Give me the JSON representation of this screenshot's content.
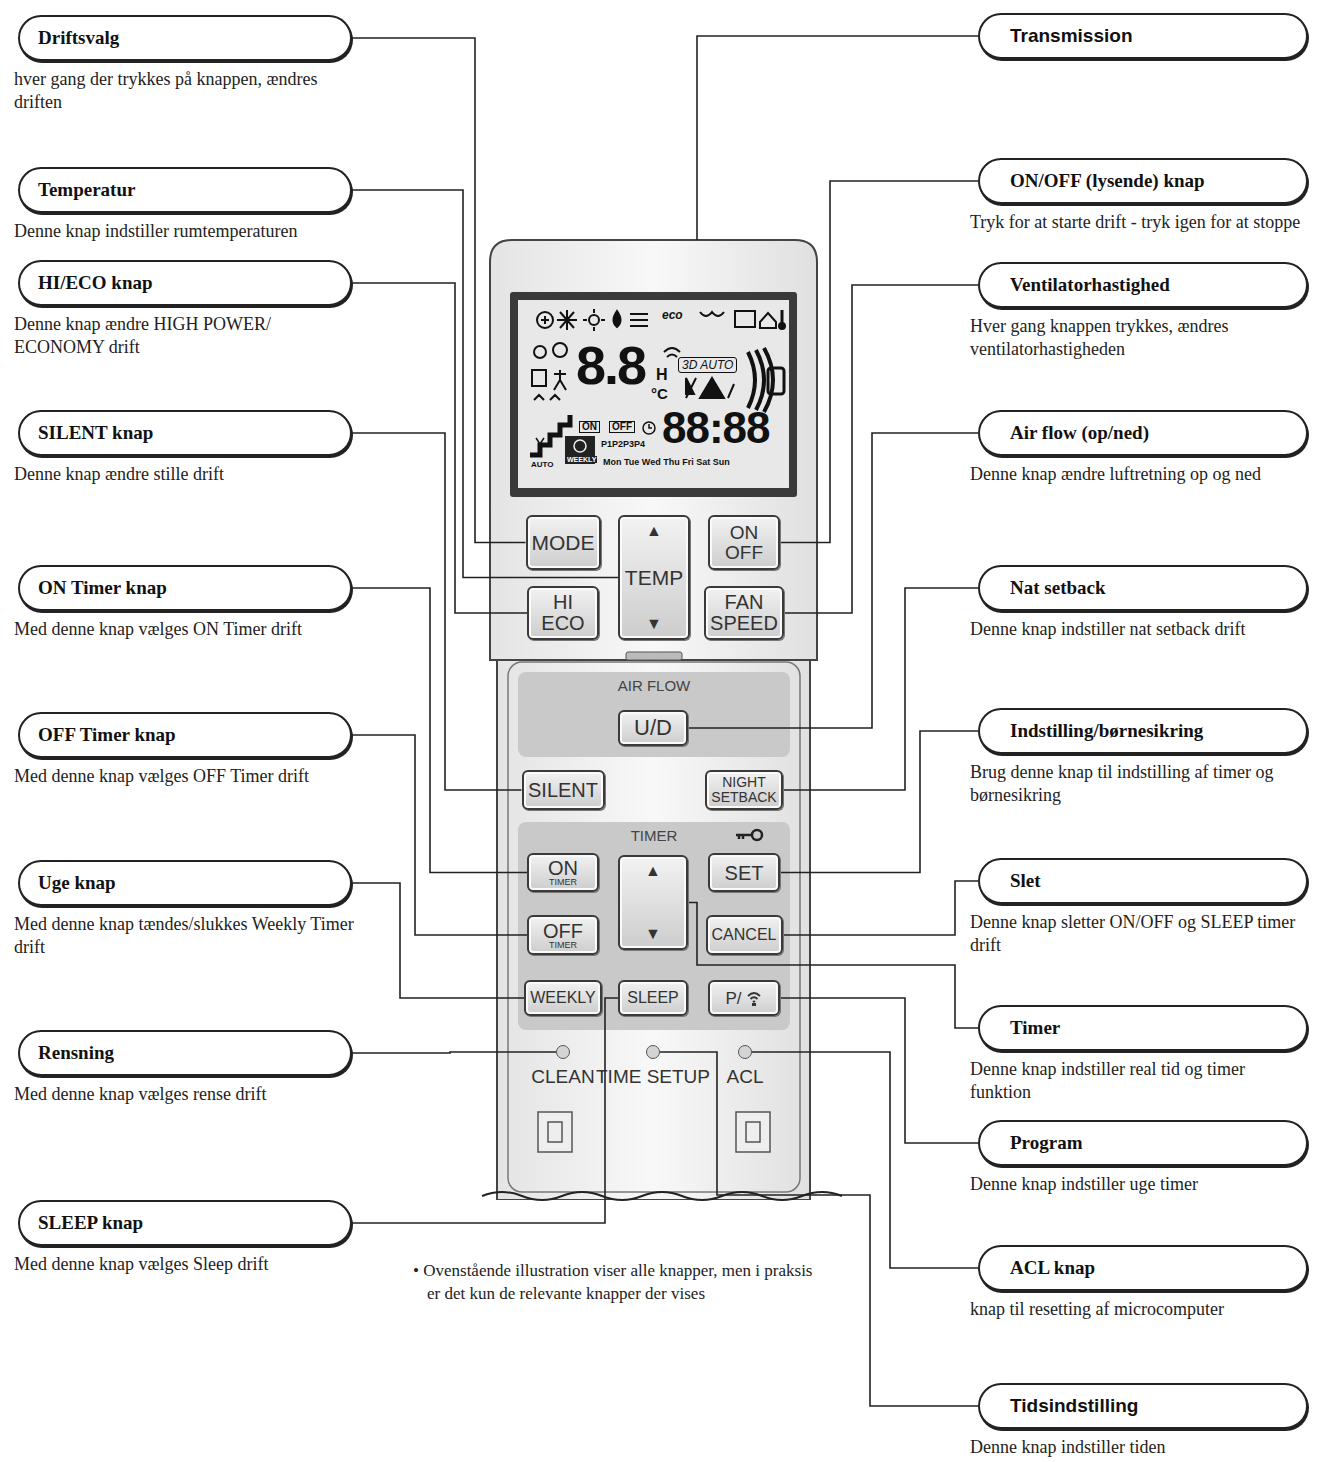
{
  "diagram": {
    "nodes": [
      {
        "text": [
          "Driftsvalg",
          "hver gang der trykkes på knappen, ændres driften"
        ]
      },
      {
        "text": [
          "Temperatur",
          "Denne knap indstiller rumtemperaturen"
        ]
      },
      {
        "text": [
          "HI/ECO knap",
          "Denne knap ændre HIGH POWER/ ECONOMY drift"
        ]
      },
      {
        "text": [
          "SILENT knap",
          "Denne knap ændre stille drift"
        ]
      },
      {
        "text": [
          "ON Timer knap",
          "Med denne knap vælges ON Timer drift"
        ]
      },
      {
        "text": [
          "OFF Timer knap",
          "Med denne knap vælges OFF Timer drift"
        ]
      },
      {
        "text": [
          "Uge knap",
          "Med denne knap tændes/slukkes Weekly Timer drift"
        ]
      },
      {
        "text": [
          "Rensning",
          "Med denne knap vælges rense drift"
        ]
      },
      {
        "text": [
          "SLEEP knap",
          "Med denne knap vælges Sleep drift"
        ]
      },
      {
        "text": [
          "Transmission"
        ]
      },
      {
        "text": [
          "ON/OFF (lysende) knap",
          "Tryk for at starte drift - tryk igen for at stoppe"
        ]
      },
      {
        "text": [
          "Ventilatorhastighed",
          "Hver gang knappen trykkes, ændres ventilatorhastigheden"
        ]
      },
      {
        "text": [
          "Air flow (op/ned)",
          "Denne knap ændre luftretning op og ned"
        ]
      },
      {
        "text": [
          "Nat setback",
          "Denne knap indstiller nat setback drift"
        ]
      },
      {
        "text": [
          "Indstilling/børnesikring",
          "Brug denne knap til indstilling af timer og børnesikring"
        ]
      },
      {
        "text": [
          "Slet",
          "Denne knap sletter ON/OFF og SLEEP timer drift"
        ]
      },
      {
        "text": [
          "Timer",
          "Denne knap indstiller real tid og timer funktion"
        ]
      },
      {
        "text": [
          "Program",
          "Denne knap indstiller uge timer"
        ]
      },
      {
        "text": [
          "ACL knap",
          "knap til resetting af microcomputer"
        ]
      },
      {
        "text": [
          "Tidsindstilling",
          "Denne knap indstiller tiden"
        ]
      },
      {
        "text": [
          "MODE"
        ]
      },
      {
        "text": [
          "▲",
          "TEMP",
          "▼"
        ]
      },
      {
        "text": [
          "ON OFF"
        ]
      },
      {
        "text": [
          "HI ECO"
        ]
      },
      {
        "text": [
          "FAN SPEED"
        ]
      },
      {
        "text": [
          "AIR FLOW"
        ]
      },
      {
        "text": [
          "U/D"
        ],
        "in": 25
      },
      {
        "text": [
          "SILENT"
        ]
      },
      {
        "text": [
          "NIGHT SETBACK"
        ]
      },
      {
        "text": [
          "TIMER"
        ]
      },
      {
        "text": [
          "ON",
          "TIMER"
        ],
        "in": 29
      },
      {
        "text": [
          "▲",
          "▼"
        ],
        "in": 29
      },
      {
        "text": [
          "SET"
        ],
        "in": 29
      },
      {
        "text": [
          "OFF",
          "TIMER"
        ],
        "in": 29
      },
      {
        "text": [
          "CANCEL"
        ],
        "in": 29
      },
      {
        "text": [
          "WEEKLY"
        ],
        "in": 29
      },
      {
        "text": [
          "SLEEP"
        ],
        "in": 29
      },
      {
        "text": [
          "P/"
        ],
        "in": 29
      },
      {
        "text": [
          "CLEAN"
        ]
      },
      {
        "text": [
          "TIME SETUP"
        ]
      },
      {
        "text": [
          "ACL"
        ]
      }
    ],
    "edges": [
      {
        "from": 0,
        "to": 20,
        "arrow": "none"
      },
      {
        "from": 1,
        "to": 21,
        "arrow": "none"
      },
      {
        "from": 2,
        "to": 23,
        "arrow": "none"
      },
      {
        "from": 3,
        "to": 27,
        "arrow": "none"
      },
      {
        "from": 4,
        "to": 30,
        "arrow": "none"
      },
      {
        "from": 5,
        "to": 33,
        "arrow": "none"
      },
      {
        "from": 6,
        "to": 35,
        "arrow": "none"
      },
      {
        "from": 7,
        "to": 38,
        "arrow": "none"
      },
      {
        "from": 8,
        "to": 36,
        "arrow": "none"
      },
      {
        "from": 10,
        "to": 22,
        "arrow": "none"
      },
      {
        "from": 11,
        "to": 24,
        "arrow": "none"
      },
      {
        "from": 12,
        "to": 26,
        "arrow": "none"
      },
      {
        "from": 13,
        "to": 28,
        "arrow": "none"
      },
      {
        "from": 14,
        "to": 32,
        "arrow": "none"
      },
      {
        "from": 15,
        "to": 34,
        "arrow": "none"
      },
      {
        "from": 16,
        "to": 31,
        "arrow": "none"
      },
      {
        "from": 17,
        "to": 37,
        "arrow": "none"
      },
      {
        "from": 18,
        "to": 40,
        "arrow": "none"
      },
      {
        "from": 19,
        "to": 39,
        "arrow": "none"
      }
    ],
    "labels": [
      "eco",
      "8.8",
      "H",
      "°C",
      "3D AUTO",
      "ON",
      "OFF",
      "P1P2P3P4",
      "88:88",
      "Mon Tue Wed Thu Fri Sat Sun",
      "AUTO",
      "WEEKLY",
      "• Ovenstående illustration viser alle knapper, men i praksis er det kun de relevante knapper der vises"
    ]
  }
}
